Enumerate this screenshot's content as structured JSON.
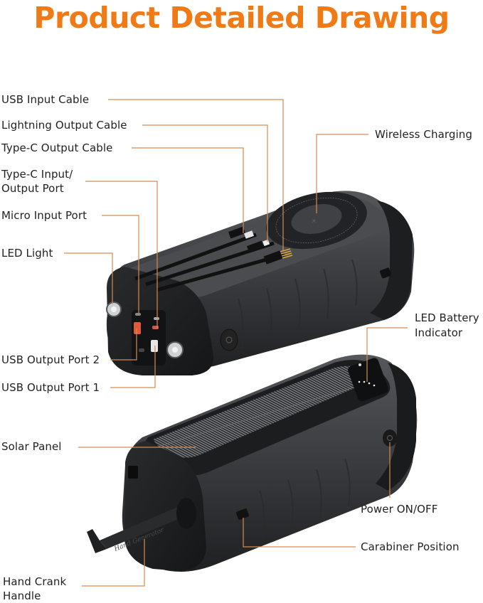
{
  "title": "Product Detailed Drawing",
  "colors": {
    "title": "#f07a15",
    "leader_line": "#d98a4e",
    "device_body": "#3a3b3e",
    "device_dark": "#1e1f21",
    "text": "#222222"
  },
  "callouts": {
    "usb_input_cable": "USB Input Cable",
    "lightning_output_cable": "Lightning Output Cable",
    "type_c_output_cable": "Type-C Output Cable",
    "type_c_io_port_line1": "Type-C Input/",
    "type_c_io_port_line2": "Output Port",
    "micro_input_port": "Micro Input Port",
    "led_light": "LED Light",
    "wireless_charging": "Wireless Charging",
    "usb_output_port_2": "USB Output Port 2",
    "usb_output_port_1": "USB Output Port 1",
    "led_battery_indicator_line1": "LED Battery",
    "led_battery_indicator_line2": "Indicator",
    "solar_panel": "Solar Panel",
    "power_on_off": "Power ON/OFF",
    "carabiner_position": "Carabiner Position",
    "hand_crank_handle_line1": "Hand Crank",
    "hand_crank_handle_line2": "Handle"
  },
  "device_markings": {
    "crank_text": "Hand Generator"
  }
}
